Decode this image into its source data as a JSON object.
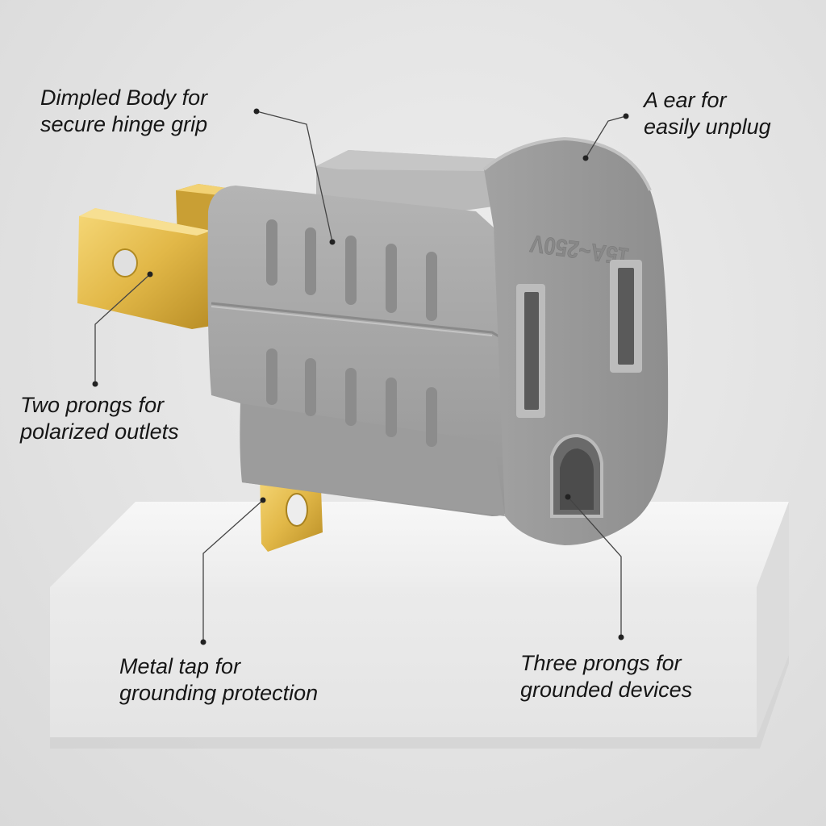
{
  "callouts": {
    "dimpled_body": {
      "line1": "Dimpled Body for",
      "line2": "secure hinge grip"
    },
    "ear": {
      "line1": "A ear for",
      "line2": "easily unplug"
    },
    "two_prongs": {
      "line1": "Two prongs for",
      "line2": "polarized outlets"
    },
    "metal_tap": {
      "line1": "Metal tap for",
      "line2": "grounding protection"
    },
    "three_prongs": {
      "line1": "Three prongs for",
      "line2": "grounded devices"
    }
  },
  "product": {
    "rating_text": "15A~250V"
  },
  "colors": {
    "adapter_body": "#a3a3a3",
    "brass": "#e0b84a",
    "pedestal": "#f2f2f2",
    "background": "#e4e4e4",
    "label_text": "#161616"
  }
}
